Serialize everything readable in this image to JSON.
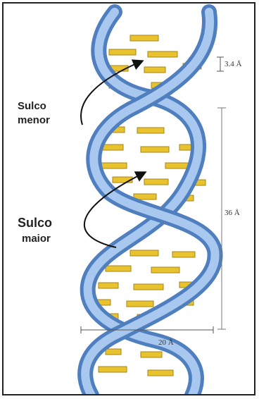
{
  "labels": {
    "minor_groove_line1": "Sulco",
    "minor_groove_line2": "menor",
    "major_groove_line1": "Sulco",
    "major_groove_line2": "maior",
    "base_pair_spacing": "3.4 Å",
    "helix_pitch": "36 Å",
    "helix_diameter": "20 Å"
  },
  "colors": {
    "backbone": "#7fa9dd",
    "backbone_dark": "#4f7fbf",
    "base_pair": "#e8c32e",
    "base_pair_edge": "#a8861a",
    "line": "#555555"
  }
}
